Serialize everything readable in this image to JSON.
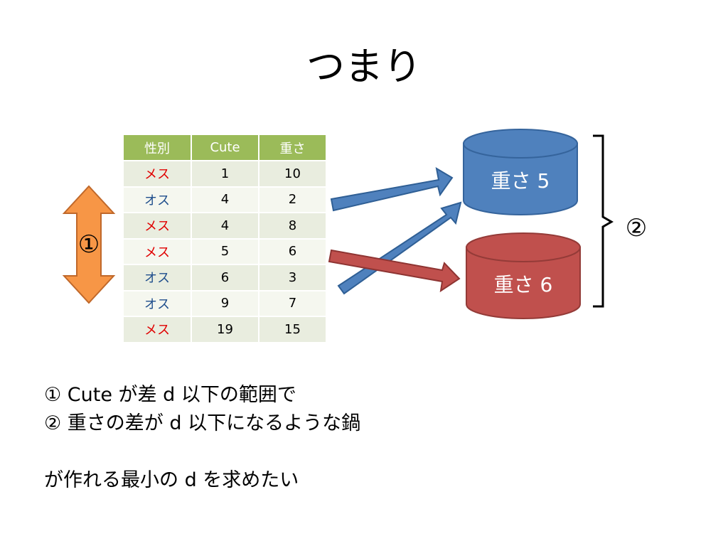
{
  "slide": {
    "title": "つまり",
    "table": {
      "headers": [
        "性別",
        "Cute",
        "重さ"
      ],
      "rows": [
        {
          "sex": "メス",
          "cute": "1",
          "weight": "10",
          "color": "#e00000"
        },
        {
          "sex": "オス",
          "cute": "4",
          "weight": "2",
          "color": "#1f4e8c"
        },
        {
          "sex": "メス",
          "cute": "4",
          "weight": "8",
          "color": "#e00000"
        },
        {
          "sex": "メス",
          "cute": "5",
          "weight": "6",
          "color": "#e00000"
        },
        {
          "sex": "オス",
          "cute": "6",
          "weight": "3",
          "color": "#1f4e8c"
        },
        {
          "sex": "オス",
          "cute": "9",
          "weight": "7",
          "color": "#1f4e8c"
        },
        {
          "sex": "メス",
          "cute": "19",
          "weight": "15",
          "color": "#e00000"
        }
      ]
    },
    "left_marker": "①",
    "right_marker": "②",
    "pot_blue_label": "重さ 5",
    "pot_red_label": "重さ 6",
    "colors": {
      "header_green": "#9bbb59",
      "pot_blue": "#4f81bd",
      "pot_red": "#c0504d",
      "arrow_orange": "#f79646"
    },
    "conditions": [
      "① Cute が差 d 以下の範囲で",
      "② 重さの差が d 以下になるような鍋"
    ],
    "goal": "が作れる最小の d を求めたい"
  }
}
